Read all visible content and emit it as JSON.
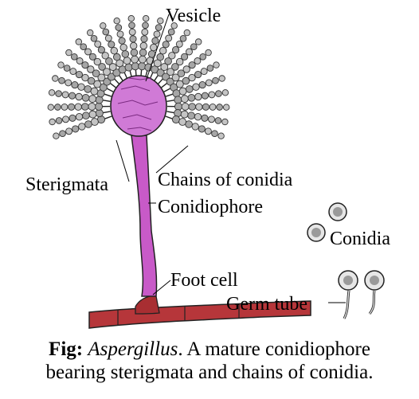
{
  "labels": {
    "vesicle": "Vesicle",
    "sterigmata": "Sterigmata",
    "chains": "Chains of conidia",
    "conidiophore": "Conidiophore",
    "conidia": "Conidia",
    "foot_cell": "Foot cell",
    "germ_tube": "Germ tube"
  },
  "caption": {
    "prefix": "Fig:",
    "genus": "Aspergillus",
    "line1_rest": ". A mature conidiophore",
    "line2": "bearing sterigmata and chains of conidia."
  },
  "colors": {
    "vesicle": "#d07ad6",
    "stalk": "#c85ac8",
    "hypha": "#b6363a",
    "conidium": "#b8b8b8",
    "outline": "#222222"
  }
}
